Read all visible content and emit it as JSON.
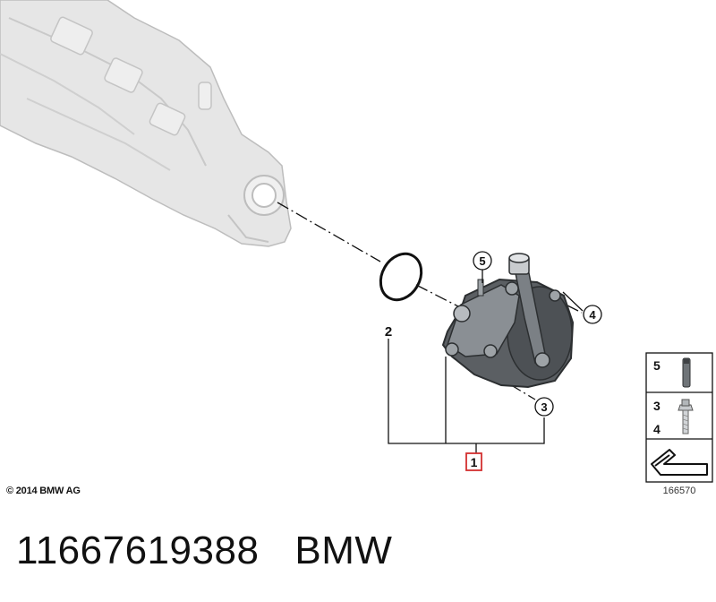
{
  "callouts": {
    "c1": "1",
    "c2": "2",
    "c3": "3",
    "c4": "4",
    "c5": "5"
  },
  "legend": {
    "row_top": "5",
    "row_mid_a": "3",
    "row_mid_b": "4"
  },
  "reference_number": "166570",
  "copyright": "© 2014 BMW AG",
  "part_number": "11667619388",
  "brand": "BMW",
  "colors": {
    "highlight": "#d32f2f",
    "line": "#111111",
    "casing": "#e4e4e4",
    "pump": "#5b5f63"
  }
}
